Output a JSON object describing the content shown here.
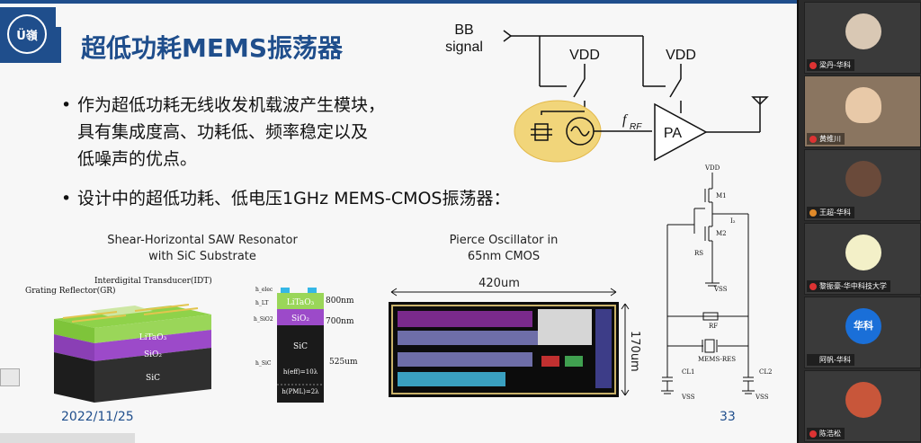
{
  "slide": {
    "title": "超低功耗MEMS振荡器",
    "bullet1_lines": [
      "作为超低功耗无线收发机载波产生模块，",
      "具有集成度高、功耗低、频率稳定以及",
      "低噪声的优点。"
    ],
    "bullet2": "设计中的超低功耗、低电压1GHz MEMS-CMOS振荡器：",
    "bullet_symbol": "•",
    "date": "2022/11/25",
    "page_number": "33",
    "logo_text": "Ü嶺",
    "colors": {
      "brand": "#1f4e8c",
      "highlight": "#f1d57a"
    },
    "block_diagram": {
      "input_label_1": "BB",
      "input_label_2": "signal",
      "vdd_left": "VDD",
      "vdd_right": "VDD",
      "f_label": "f",
      "f_sub": "RF",
      "pa_label": "PA"
    },
    "saw": {
      "caption_1": "Shear-Horizontal SAW Resonator",
      "caption_2": "with SiC Substrate",
      "idt_label": "Interdigital Transducer(IDT)",
      "grating_label": "Grating Reflector(GR)",
      "layer_litao3": "LiTaO₃",
      "layer_sio2": "SiO₂",
      "layer_sic": "SiC",
      "cs_litao3": "LiTaO₃",
      "cs_sio2": "SiO₂",
      "cs_sic": "SiC",
      "cs_h_elec": "h_elec",
      "cs_h_lt": "h_LT",
      "cs_h_sio2": "h_SiO2",
      "cs_h_sic": "h_SiC",
      "cs_h_eff": "h(eff)=10λ",
      "cs_h_pml": "h(PML)=2λ",
      "dim_litao3": "800nm",
      "dim_sio2": "700nm",
      "dim_sic": "525um"
    },
    "pierce": {
      "caption_1": "Pierce Oscillator in",
      "caption_2": "65nm CMOS",
      "width_label": "420um",
      "height_label": "170um"
    },
    "schematic": {
      "vdd": "VDD",
      "m1": "M1",
      "m2": "M2",
      "rs": "RS",
      "vss_top": "VSS",
      "rf": "RF",
      "res": "MEMS-RES",
      "cl1": "CL1",
      "cl2": "CL2",
      "vss_l": "VSS",
      "vss_r": "VSS",
      "ib": "I₂"
    }
  },
  "participants": [
    {
      "name": "梁丹-华科",
      "avatar": "cat",
      "color": "#d9c8b4"
    },
    {
      "name": "黄维川",
      "avatar": "person",
      "color": "#8a7560"
    },
    {
      "name": "王超-华科",
      "avatar": "person",
      "color": "#6a4a3a"
    },
    {
      "name": "黎振豪-华中科技大学",
      "avatar": "cartoon",
      "color": "#f3f0c8"
    },
    {
      "name": "阿帆-华科",
      "avatar": "text",
      "color": "#1a6fd8",
      "avatar_text": "华科"
    },
    {
      "name": "陈浩松",
      "avatar": "sunset",
      "color": "#c8563a"
    }
  ]
}
